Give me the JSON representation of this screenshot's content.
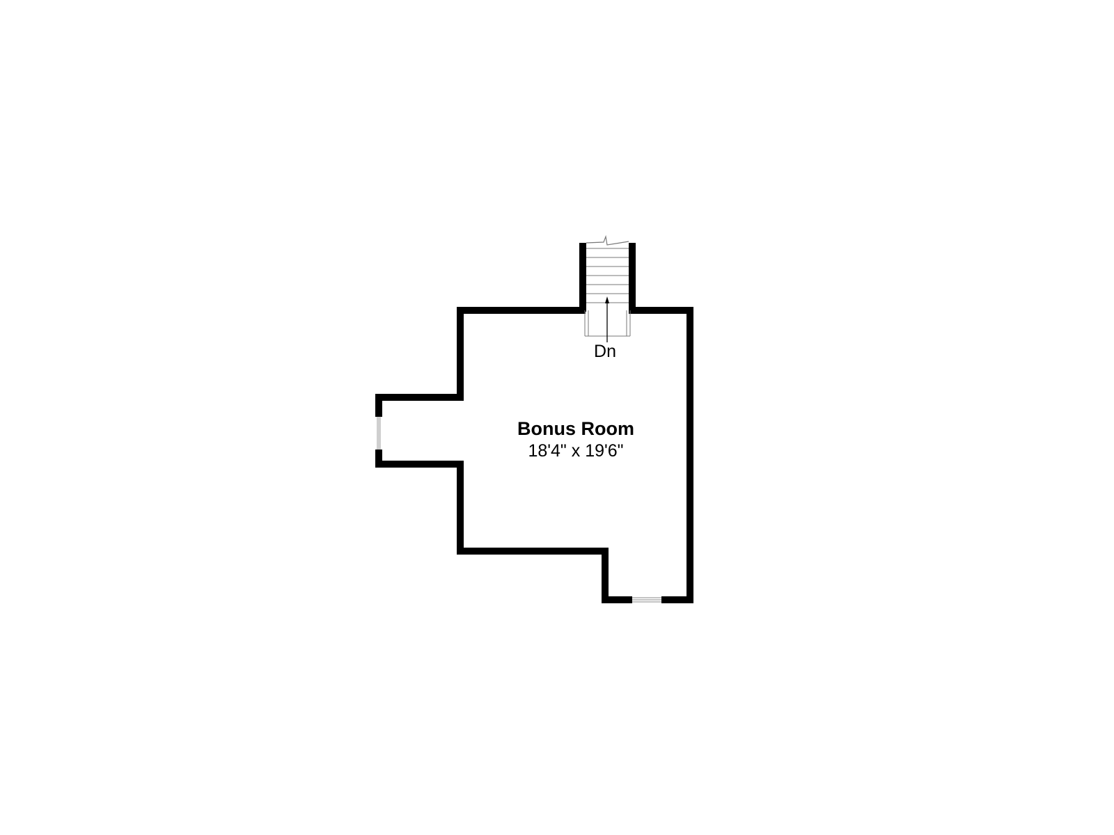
{
  "plan": {
    "room": {
      "name": "Bonus Room",
      "dimensions": "18'4\" x 19'6\""
    },
    "stair": {
      "direction_label": "Dn"
    },
    "colors": {
      "wall": "#000000",
      "window": "#cfcfcf",
      "background": "#ffffff"
    }
  }
}
